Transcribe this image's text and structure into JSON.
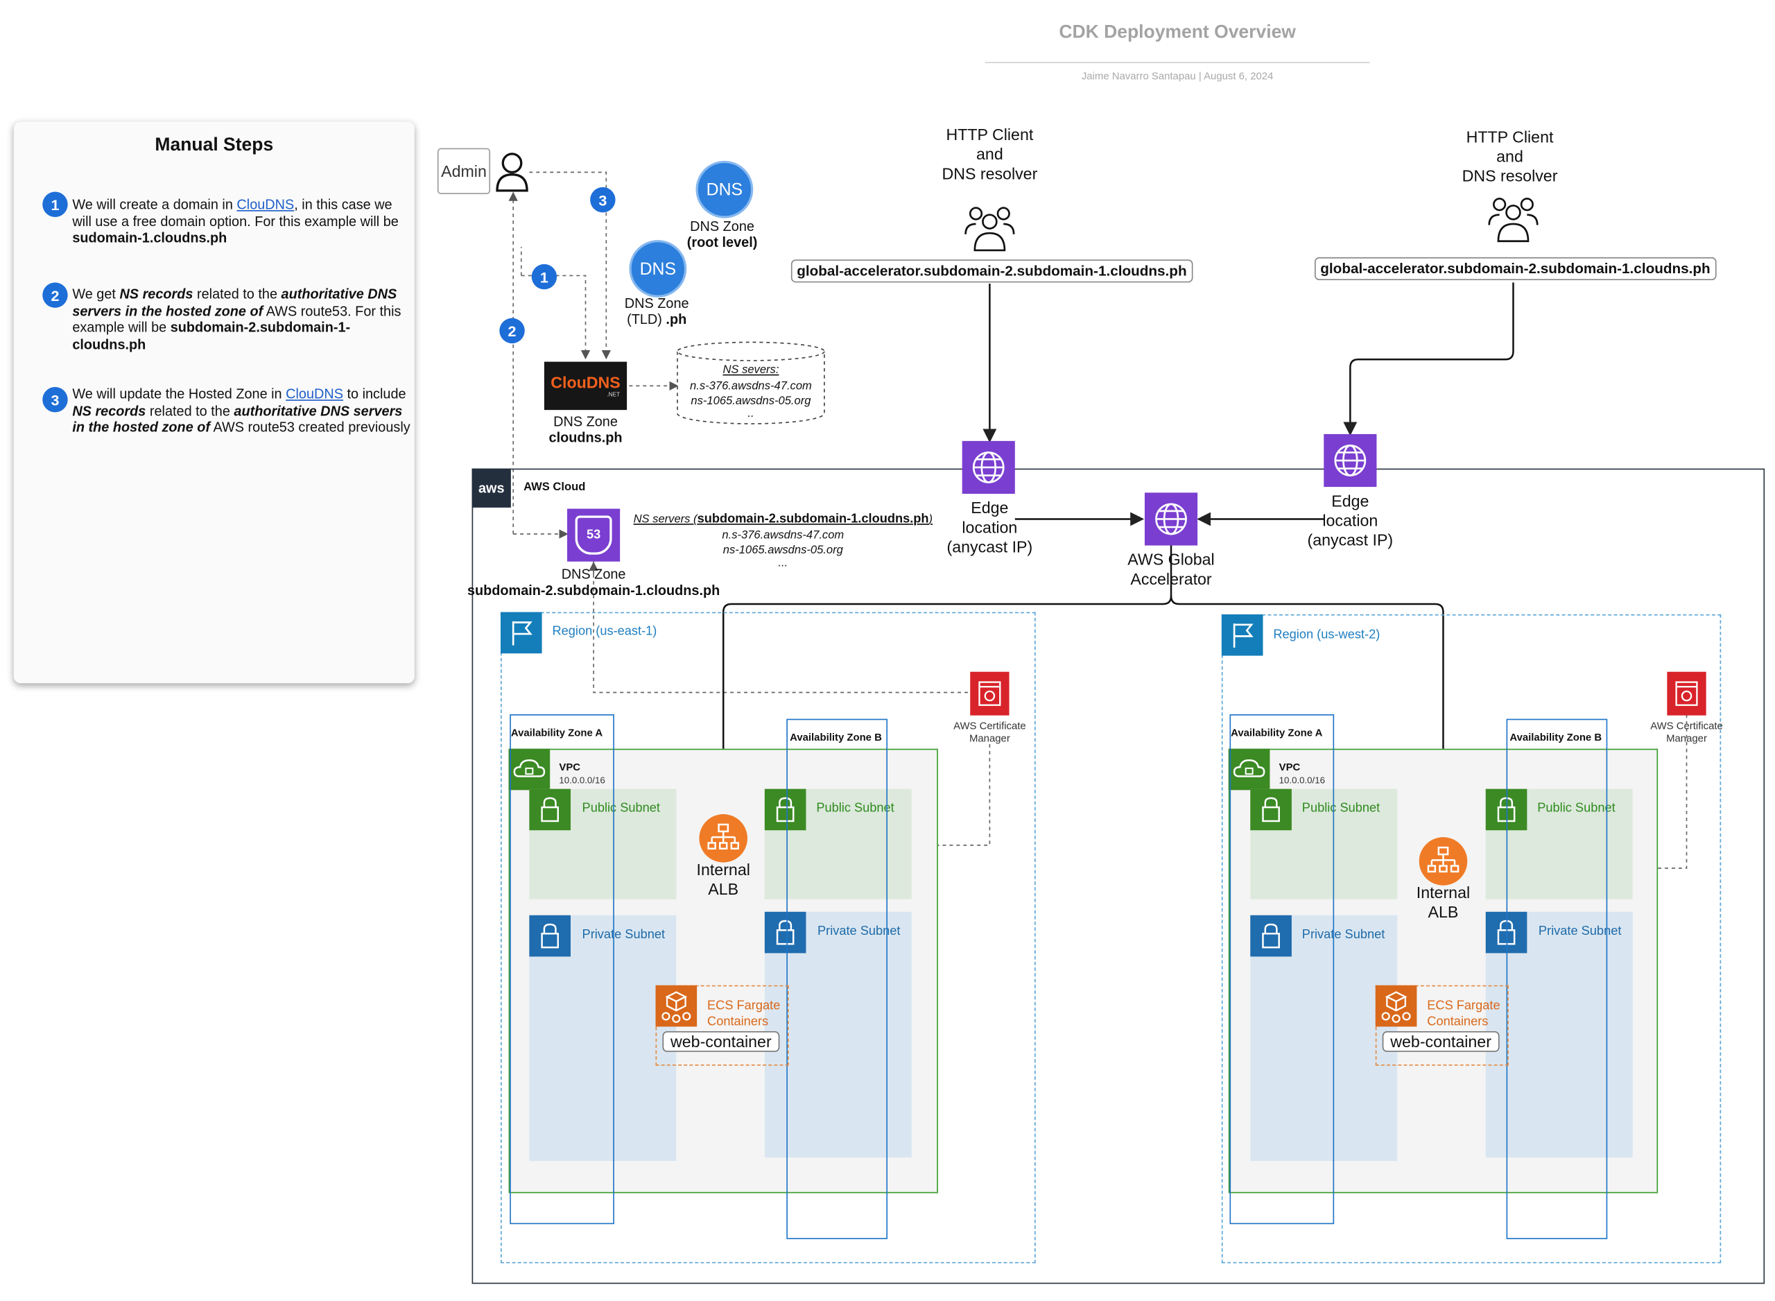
{
  "header": {
    "title": "CDK Deployment Overview",
    "author": "Jaime Navarro Santapau",
    "date": "August 6, 2024",
    "separator": "|"
  },
  "manual_steps": {
    "title": "Manual Steps",
    "steps": [
      {
        "num": "1",
        "p1": "We will  create a domain in ",
        "link": "ClouDNS",
        "p2": ", in this case we will use a free domain option. For this example will be ",
        "bold": "sudomain-1.cloudns.ph"
      },
      {
        "num": "2",
        "p1": "We get ",
        "b1": "NS records",
        "p2": " related to the ",
        "b2": "authoritative DNS servers in the hosted zone of",
        "p3": " AWS route53. For this example will be ",
        "bold": "subdomain-2.subdomain-1-cloudns.ph"
      },
      {
        "num": "3",
        "p1": "We will update the Hosted Zone in ",
        "link": "ClouDNS",
        "p2": " to include ",
        "b1": "NS records",
        "p3": " related to the ",
        "b2": "authoritative DNS servers in the hosted zone of",
        "p4": " AWS route53 created previously"
      }
    ]
  },
  "dns_side": {
    "admin": "Admin",
    "flow_numbers": [
      "1",
      "2",
      "3"
    ],
    "dns_root_icon": "DNS",
    "dns_root_line1": "DNS Zone",
    "dns_root_line2": "(root level)",
    "dns_tld_icon": "DNS",
    "dns_tld_line1": "DNS Zone",
    "dns_tld_line2a": "(TLD) ",
    "dns_tld_line2b": ".ph",
    "cloudns_logo": "ClouDNS",
    "cloudns_logo_sub": ".NET",
    "cloudns_line1": "DNS Zone",
    "cloudns_line2": "cloudns.ph",
    "ns_db_title": "NS severs:",
    "ns_db_lines": [
      "n.s-376.awsdns-47.com",
      "ns-1065.awsdns-05.org",
      ".."
    ]
  },
  "clients": {
    "left_label": [
      "HTTP Client",
      "and",
      "DNS resolver"
    ],
    "right_label": [
      "HTTP Client",
      "and",
      "DNS resolver"
    ],
    "left_host": "global-accelerator.subdomain-2.subdomain-1.cloudns.ph",
    "right_host": "global-accelerator.subdomain-2.subdomain-1.cloudns.ph"
  },
  "aws": {
    "cloud_logo": "aws",
    "cloud_label": "AWS Cloud",
    "route53_icon": "53",
    "route53_line1": "DNS Zone",
    "route53_line2": "subdomain-2.subdomain-1.cloudns.ph",
    "ns_servers_prefix": "NS servers (",
    "ns_servers_domain": "subdomain-2.subdomain-1.cloudns.ph",
    "ns_servers_suffix": ")",
    "ns_servers_lines": [
      "n.s-376.awsdns-47.com",
      "ns-1065.awsdns-05.org",
      "..."
    ],
    "edge_left": [
      "Edge",
      "location",
      "(anycast IP)"
    ],
    "edge_right": [
      "Edge",
      "location",
      "(anycast IP)"
    ],
    "accelerator": [
      "AWS Global",
      "Accelerator"
    ]
  },
  "regions": [
    {
      "name": "Region (us-east-1)",
      "az_a": "Availability Zone A",
      "az_b": "Availability Zone B",
      "vpc": "VPC",
      "vpc_cidr": "10.0.0.0/16",
      "public_subnet": "Public Subnet",
      "private_subnet": "Private Subnet",
      "public_subnet_b": "Public Subnet",
      "private_subnet_b": "Private Subnet",
      "alb": [
        "Internal",
        "ALB"
      ],
      "ecs": [
        "ECS Fargate",
        "Containers"
      ],
      "container": "web-container",
      "acm": [
        "AWS Certificate",
        "Manager"
      ]
    },
    {
      "name": "Region (us-west-2)",
      "az_a": "Availability Zone A",
      "az_b": "Availability Zone B",
      "vpc": "VPC",
      "vpc_cidr": "10.0.0.0/16",
      "public_subnet": "Public Subnet",
      "private_subnet": "Private Subnet",
      "public_subnet_b": "Public Subnet",
      "private_subnet_b": "Private Subnet",
      "alb": [
        "Internal",
        "ALB"
      ],
      "ecs": [
        "ECS Fargate",
        "Containers"
      ],
      "container": "web-container",
      "acm": [
        "AWS Certificate",
        "Manager"
      ]
    }
  ],
  "colors": {
    "step_badge": "#1e6ed8",
    "aws_purple": "#7a3fd0",
    "region_blue": "#147eba",
    "vpc_green": "#3b9b2e",
    "alb_orange": "#f07b26",
    "acm_red": "#d8232a"
  }
}
